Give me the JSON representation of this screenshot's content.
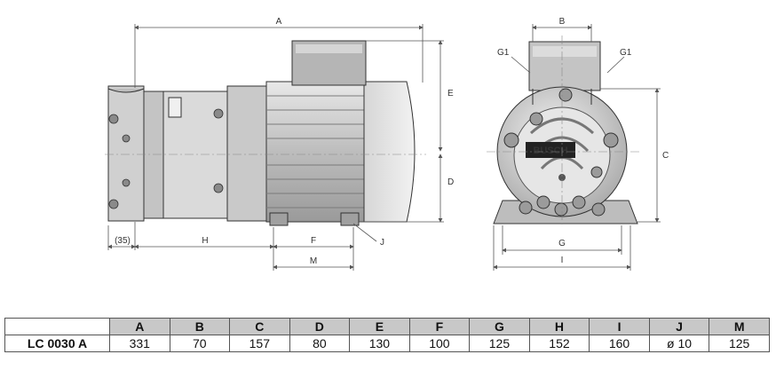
{
  "drawing": {
    "dimension_labels": {
      "a": "A",
      "b": "B",
      "c": "C",
      "d": "D",
      "e": "E",
      "f": "F",
      "g": "G",
      "h": "H",
      "i": "I",
      "j": "J",
      "m": "M",
      "offset": "(35)",
      "g1_left": "G1",
      "g1_right": "G1"
    },
    "brand": "BUSCH"
  },
  "table": {
    "columns": [
      "A",
      "B",
      "C",
      "D",
      "E",
      "F",
      "G",
      "H",
      "I",
      "J",
      "M"
    ],
    "rows": [
      {
        "model": "LC 0030 A",
        "values": [
          "331",
          "70",
          "157",
          "80",
          "130",
          "100",
          "125",
          "152",
          "160",
          "ø 10",
          "125"
        ]
      }
    ]
  }
}
